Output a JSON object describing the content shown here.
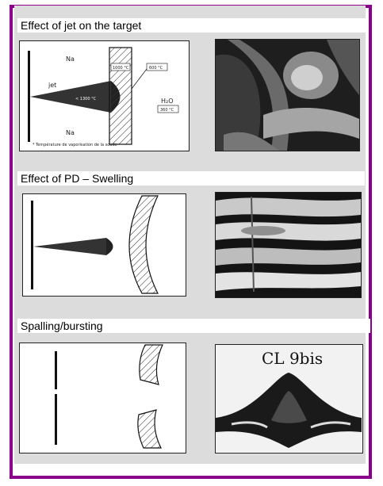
{
  "sections": [
    {
      "caption": "Effect of jet on the target",
      "diagram": {
        "label_na_top": "Na",
        "label_na_bottom": "Na",
        "label_jet": "jet",
        "label_temp_inner": "< 1300 °C",
        "label_wall_temp": "1000 °C",
        "label_outer_temp": "600 °C",
        "label_h2o": "H₂O",
        "label_h2o_temp": "360 °C",
        "footnote": "* Température de vaporisation de la soude"
      }
    },
    {
      "caption": "Effect of PD – Swelling"
    },
    {
      "caption": "Spalling/bursting",
      "photo_label": "CL 9bis"
    }
  ]
}
